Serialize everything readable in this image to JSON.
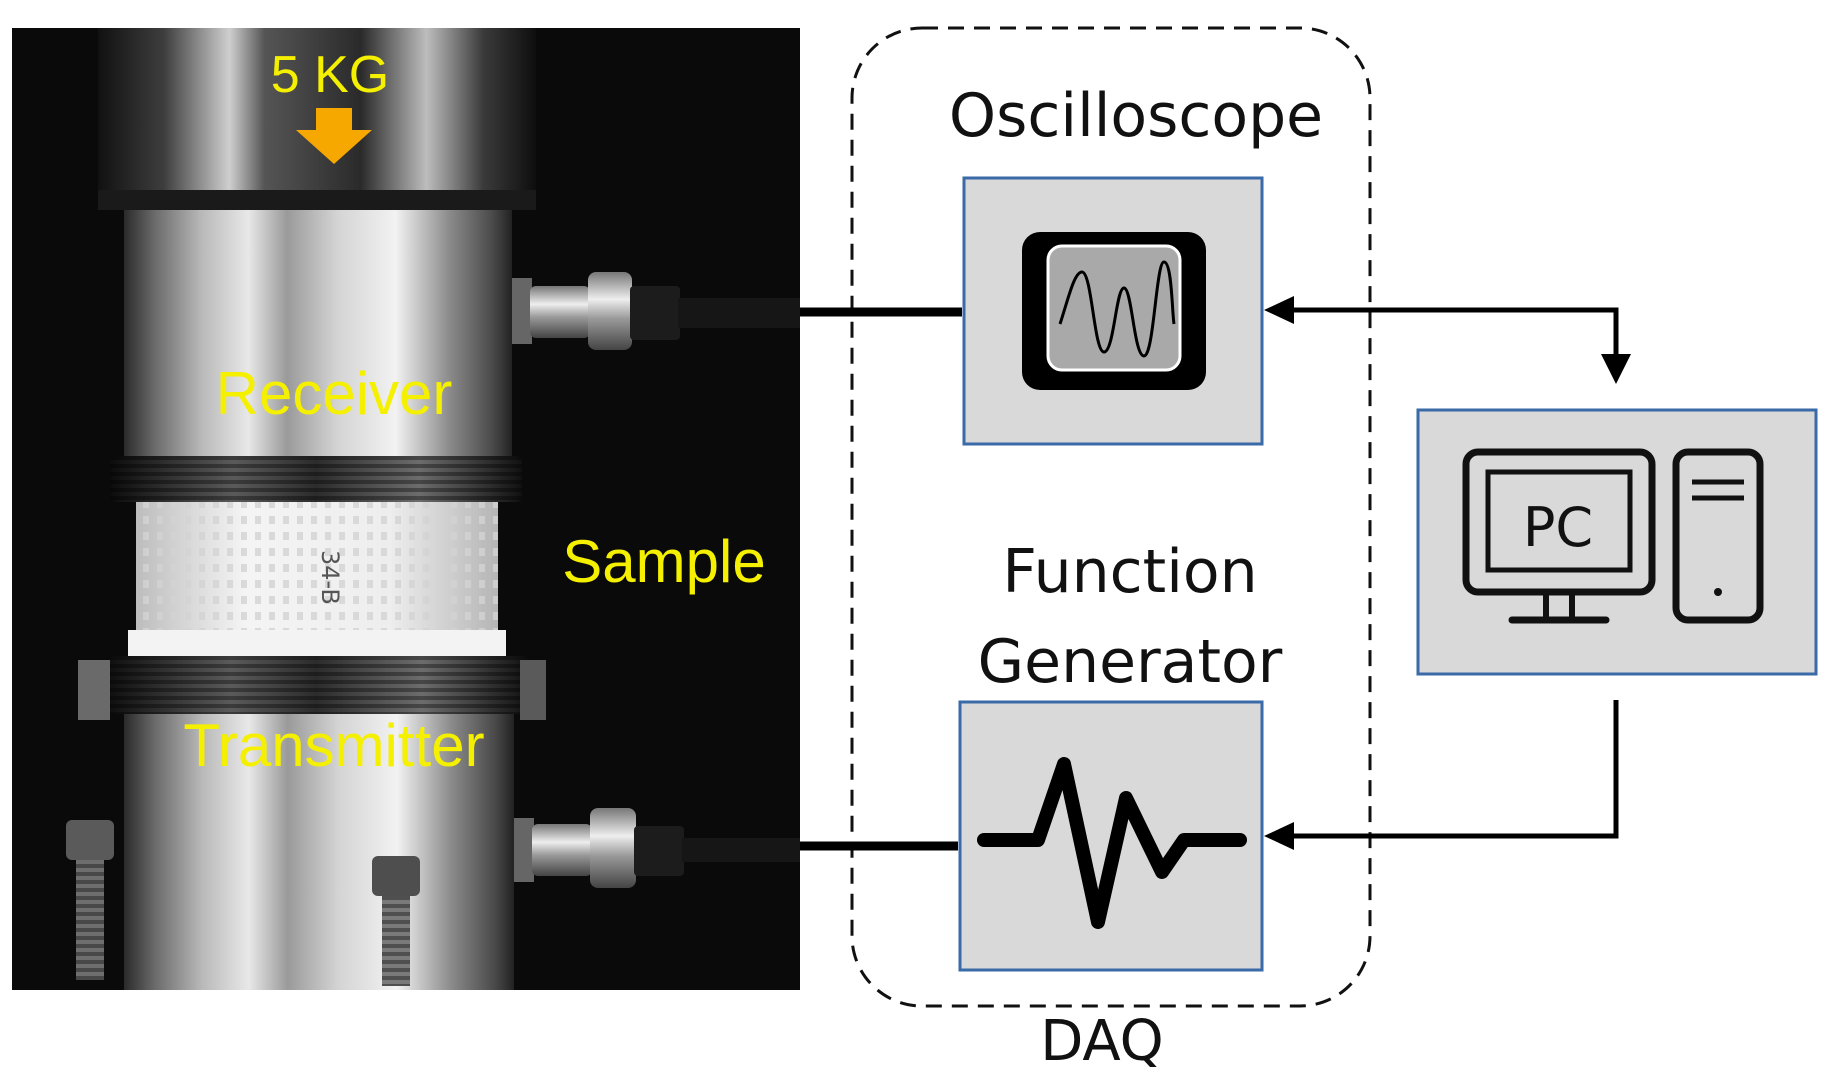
{
  "photo": {
    "weight_label": "5 KG",
    "receiver_label": "Receiver",
    "sample_label": "Sample",
    "transmitter_label": "Transmitter",
    "sample_marking": "34-B",
    "label_color": "#f5f000",
    "arrow_color": "#f6a800"
  },
  "diagram": {
    "oscilloscope_label": "Oscilloscope",
    "function_generator_label_line1": "Function",
    "function_generator_label_line2": "Generator",
    "pc_label": "PC",
    "daq_label": "DAQ",
    "box_fill": "#d9d9d9",
    "box_border": "#3a6aa8",
    "icons": [
      "oscilloscope-icon",
      "waveform-icon",
      "monitor-icon",
      "tower-icon"
    ]
  }
}
